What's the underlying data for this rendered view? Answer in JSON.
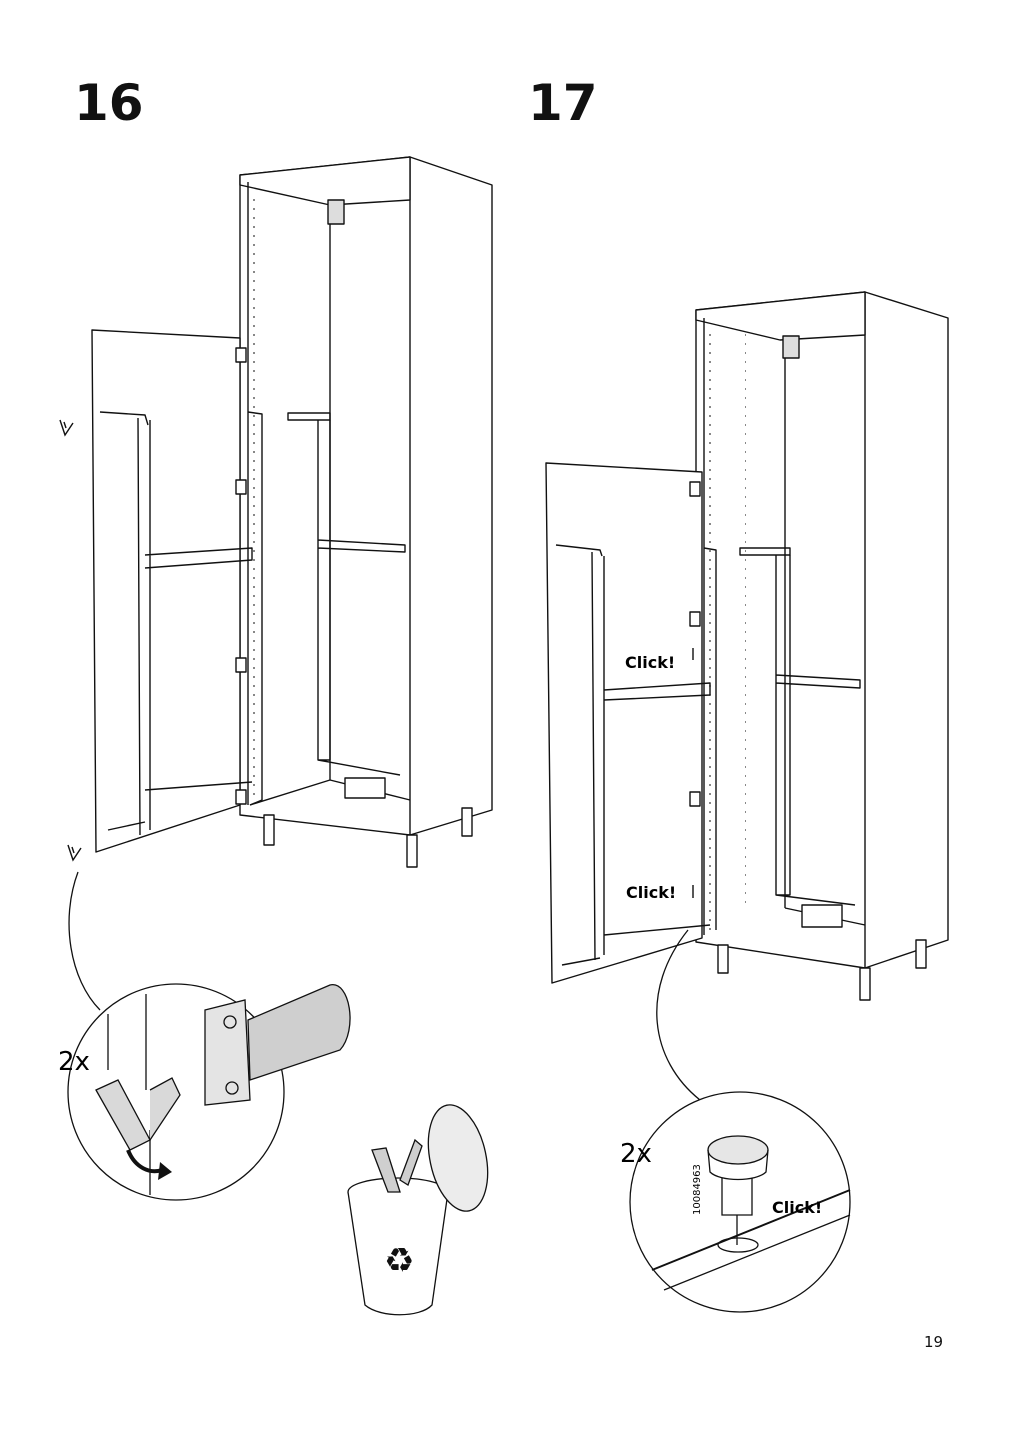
{
  "step16": {
    "number": "16",
    "quantity": "2x"
  },
  "step17": {
    "number": "17",
    "quantity": "2x",
    "click_label_1": "Click!",
    "click_label_2": "Click!",
    "click_label_3": "Click!",
    "part_number": "10084963"
  },
  "page_number": "19",
  "icons": [
    "recycle-icon",
    "waste-bin-icon",
    "rotate-arrow-icon"
  ]
}
